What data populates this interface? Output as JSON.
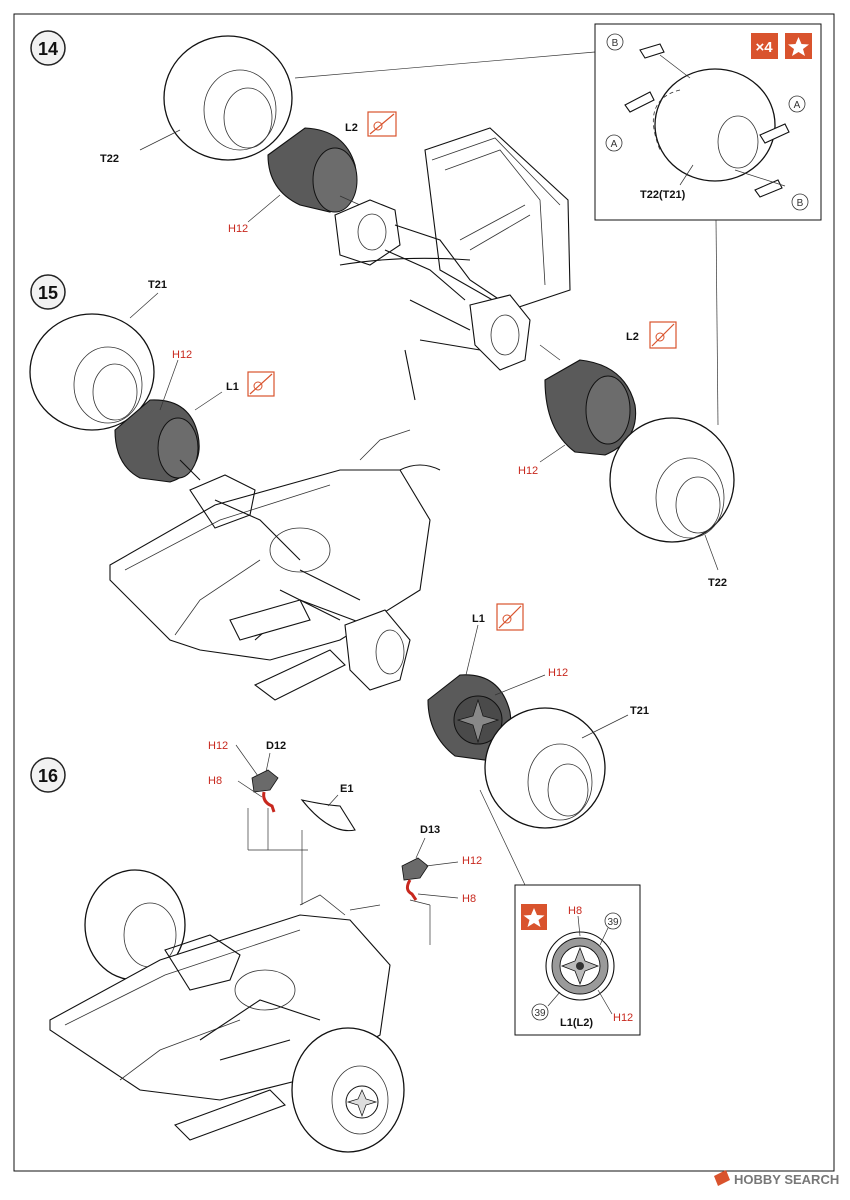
{
  "steps": {
    "s14": {
      "number": "14"
    },
    "s15": {
      "number": "15"
    },
    "s16": {
      "number": "16"
    }
  },
  "parts": {
    "t22_top": "T22",
    "l2_top": "L2",
    "h12_top": "H12",
    "t21_left": "T21",
    "h12_left": "H12",
    "l1_left": "L1",
    "l2_right": "L2",
    "h12_right": "H12",
    "t22_right": "T22",
    "l1_mid": "L1",
    "h12_mid": "H12",
    "t21_mid": "T21",
    "d12": "D12",
    "e1": "E1",
    "d13": "D13",
    "h12_d12": "H12",
    "h8_d12": "H8",
    "h12_d13": "H12",
    "h8_d13": "H8"
  },
  "inset_tire": {
    "multiplier": "×4",
    "label": "T22(T21)",
    "marker_a": "A",
    "marker_b": "B"
  },
  "inset_wheel": {
    "paint_h8": "H8",
    "paint_h12": "H12",
    "decal_top": "39",
    "decal_bottom": "39",
    "label": "L1(L2)"
  },
  "watermark": {
    "brand": "HOBBY SEARCH"
  },
  "colors": {
    "accent_orange": "#d9532d",
    "paint_red": "#c8281e",
    "wheel_dark": "#5a5a5a"
  },
  "icons": [
    "star-icon",
    "no-glue-icon"
  ]
}
